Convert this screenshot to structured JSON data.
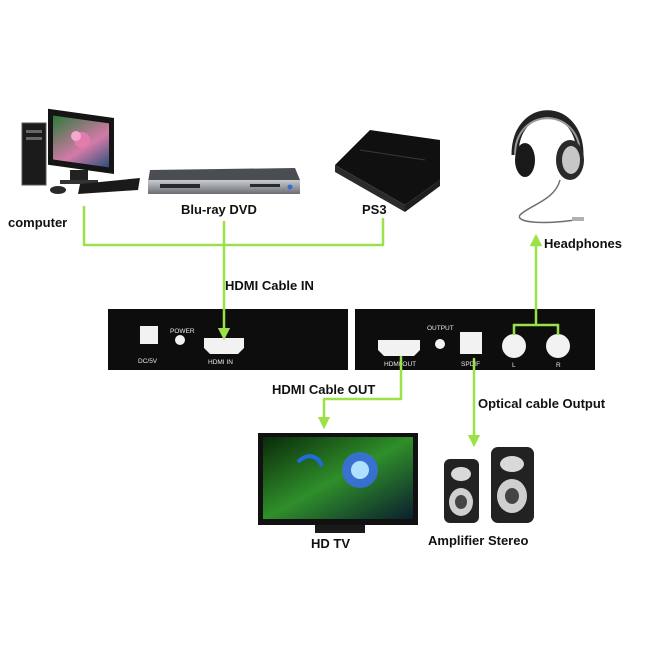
{
  "devices": {
    "computer": "computer",
    "bluray": "Blu-ray DVD",
    "ps3": "PS3",
    "headphones": "Headphones",
    "hdtv": "HD TV",
    "amplifier": "Amplifier Stereo"
  },
  "cables": {
    "hdmi_in": "HDMI Cable IN",
    "hdmi_out": "HDMI Cable OUT",
    "optical": "Optical cable Output"
  },
  "input_unit": {
    "power_label": "POWER",
    "dc_label": "DC/5V",
    "hdmi_in_label": "HDMI IN"
  },
  "output_unit": {
    "output_label": "OUTPUT",
    "hdmi_out_label": "HDMI OUT",
    "spdif_label": "SPDIF",
    "left_label": "L",
    "right_label": "R"
  },
  "colors": {
    "wire": "#9be24a",
    "panel": "#0d0d0d"
  }
}
